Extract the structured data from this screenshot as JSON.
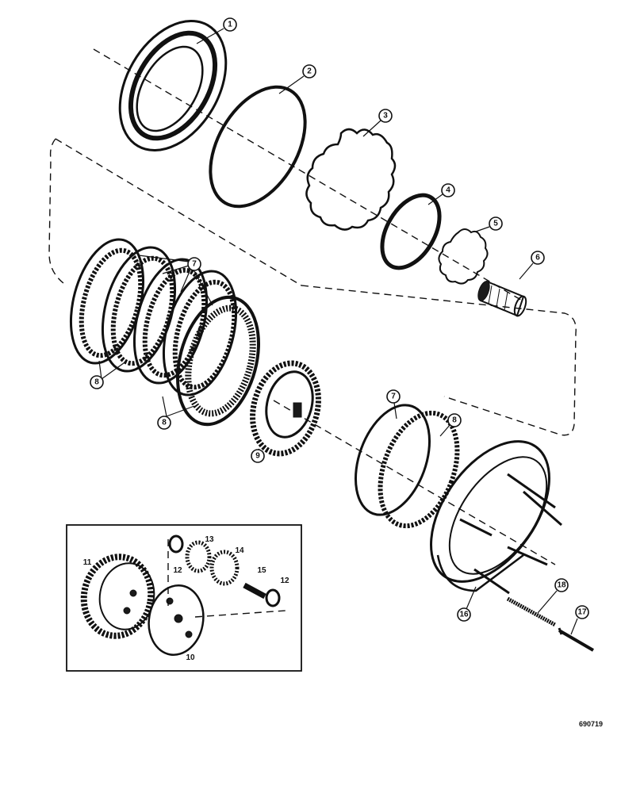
{
  "callouts": {
    "c1": "1",
    "c2": "2",
    "c3": "3",
    "c4": "4",
    "c5": "5",
    "c6": "6",
    "c7a": "7",
    "c8a": "8",
    "c8b": "8",
    "c9": "9",
    "c7b": "7",
    "c8c": "8",
    "c16": "16",
    "c18": "18",
    "c17": "17"
  },
  "inset_labels": {
    "l11": "11",
    "l12a": "12",
    "l13": "13",
    "l14": "14",
    "l15": "15",
    "l12b": "12",
    "l10": "10"
  },
  "drawing_number": "690719"
}
